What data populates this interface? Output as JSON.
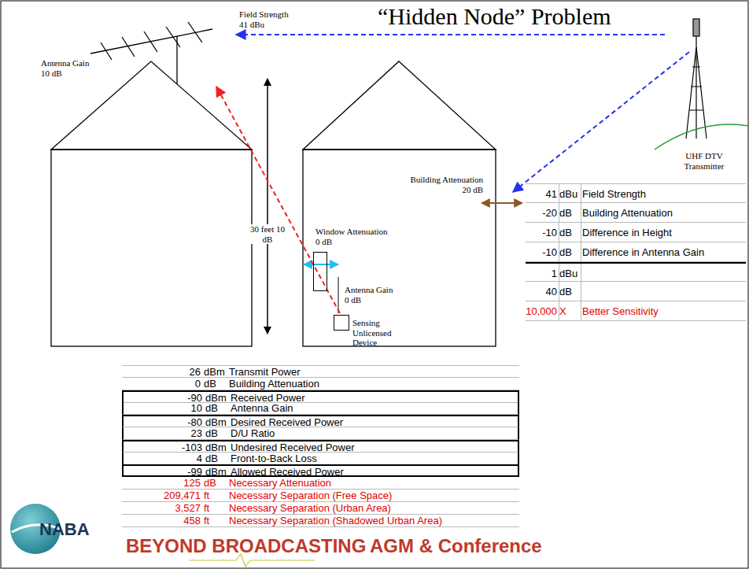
{
  "diagram": {
    "title": "“Hidden Node” Problem",
    "nodes": [
      {
        "text": [
          "UHF DTV Transmitter"
        ]
      },
      {
        "text": [
          "Antenna Gain 10 dB"
        ]
      },
      {
        "text": [
          "Window Attenuation 0 dB"
        ]
      },
      {
        "text": [
          "Sensing Unlicensed Device"
        ]
      }
    ],
    "edges": [
      {
        "from": 0,
        "to": 1,
        "arrow": "to",
        "label": "Field Strength 41 dBu"
      },
      {
        "from": 3,
        "to": 1,
        "arrow": "to"
      }
    ],
    "labels": [
      "Building Attenuation 20 dB",
      "30 feet 10 dB",
      "Antenna Gain 0 dB",
      "41",
      "dBu",
      "Field Strength",
      "-20",
      "dB",
      "Building Attenuation",
      "-10",
      "dB",
      "Difference in Height",
      "-10",
      "dB",
      "Difference in Antenna Gain",
      "1",
      "dBu",
      "40",
      "dB",
      "10,000",
      "X",
      "Better Sensitivity",
      "26",
      "dBm",
      "Transmit Power",
      "0",
      "dB",
      "Building Attenuation",
      "-90",
      "dBm",
      "Received Power",
      "10",
      "dB",
      "Antenna Gain",
      "-80",
      "dBm",
      "Desired Received Power",
      "23",
      "dB",
      "D/U Ratio",
      "-103",
      "dBm",
      "Undesired Received Power",
      "4",
      "dB",
      "Front-to-Back Loss",
      "-99",
      "dBm",
      "Allowed Received Power",
      "125",
      "dB",
      "Necessary Attenuation",
      "209,471",
      "ft",
      "Necessary Separation (Free Space)",
      "3,527",
      "ft",
      "Necessary Separation (Urban Area)",
      "458",
      "ft",
      "Necessary Separation (Shadowed Urban Area)",
      "NABA",
      "BEYOND BROADCASTING",
      "AGM & Conference"
    ]
  }
}
